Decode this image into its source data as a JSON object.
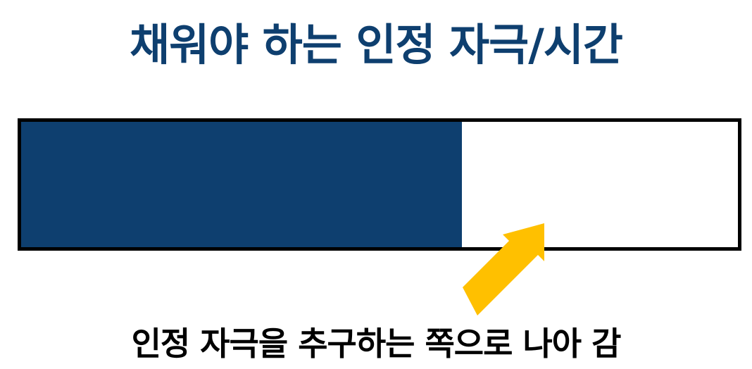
{
  "title": "채워야 하는 인정 자극/시간",
  "bar": {
    "fill_fraction": 0.615,
    "fill_color": "#0e3f6f",
    "empty_color": "#ffffff",
    "border_color": "#000000"
  },
  "arrow": {
    "color": "#ffc000",
    "direction": "up-right"
  },
  "caption": "인정 자극을 추구하는 쪽으로 나아 감",
  "colors": {
    "title": "#0e3f6f",
    "caption": "#000000"
  }
}
